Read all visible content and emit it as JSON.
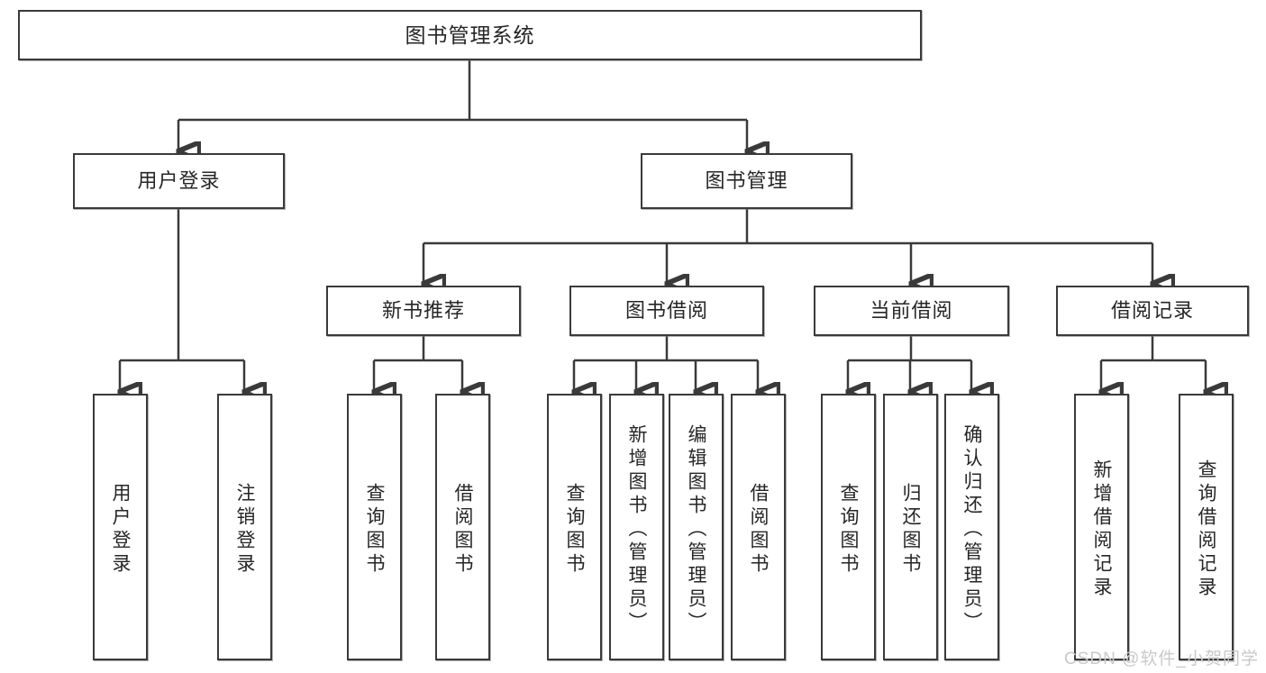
{
  "diagram": {
    "type": "tree",
    "title": "图书管理系统",
    "watermark": "CSDN @软件_小贺同学",
    "colors": {
      "stroke": "#3a3a3a",
      "text": "#262626",
      "background": "#ffffff",
      "watermark": "#c9c9c9"
    },
    "nodes": {
      "root": {
        "label": "图书管理系统"
      },
      "level2": [
        {
          "id": "user-login",
          "label": "用户登录"
        },
        {
          "id": "book-manage",
          "label": "图书管理"
        }
      ],
      "level3": [
        {
          "id": "new-book-recommend",
          "label": "新书推荐"
        },
        {
          "id": "book-borrow",
          "label": "图书借阅"
        },
        {
          "id": "current-borrow",
          "label": "当前借阅"
        },
        {
          "id": "borrow-record",
          "label": "借阅记录"
        }
      ],
      "leaves": {
        "user-login": [
          {
            "id": "leaf-user-login",
            "label": "用户登录"
          },
          {
            "id": "leaf-logout",
            "label": "注销登录"
          }
        ],
        "new-book-recommend": [
          {
            "id": "leaf-query-book-1",
            "label": "查询图书"
          },
          {
            "id": "leaf-borrow-book-1",
            "label": "借阅图书"
          }
        ],
        "book-borrow": [
          {
            "id": "leaf-query-book-2",
            "label": "查询图书"
          },
          {
            "id": "leaf-add-book",
            "label": "新增图书（管理员）"
          },
          {
            "id": "leaf-edit-book",
            "label": "编辑图书（管理员）"
          },
          {
            "id": "leaf-borrow-book-2",
            "label": "借阅图书"
          }
        ],
        "current-borrow": [
          {
            "id": "leaf-query-book-3",
            "label": "查询图书"
          },
          {
            "id": "leaf-return-book",
            "label": "归还图书"
          },
          {
            "id": "leaf-confirm-return",
            "label": "确认归还（管理员）"
          }
        ],
        "borrow-record": [
          {
            "id": "leaf-add-record",
            "label": "新增借阅记录"
          },
          {
            "id": "leaf-query-record",
            "label": "查询借阅记录"
          }
        ]
      }
    }
  }
}
